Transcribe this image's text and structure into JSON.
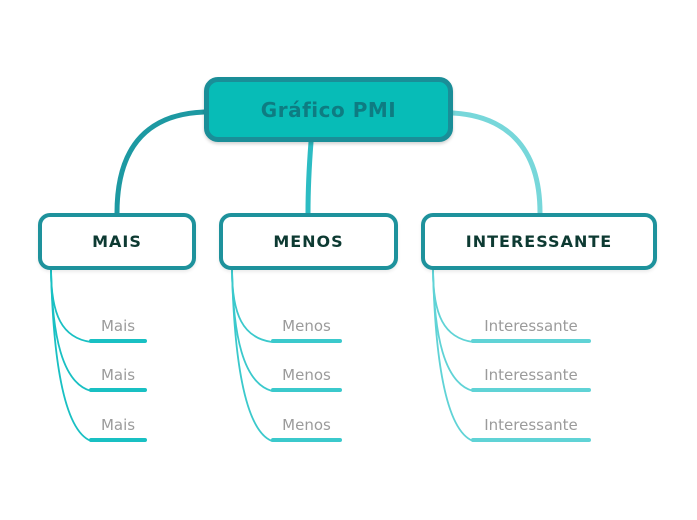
{
  "root": {
    "label": "Gráfico PMI",
    "fill": "#07BCB7",
    "border_color": "#1A8E98",
    "text_color": "#0E7C82"
  },
  "branches": [
    {
      "label": "MAIS",
      "connector_color": "#1D99A2",
      "child_line_color": "#19C0C3",
      "children": [
        "Mais",
        "Mais",
        "Mais"
      ]
    },
    {
      "label": "MENOS",
      "connector_color": "#2CBCC3",
      "child_line_color": "#3BC9CC",
      "children": [
        "Menos",
        "Menos",
        "Menos"
      ]
    },
    {
      "label": "INTERESSANTE",
      "connector_color": "#77D7DA",
      "child_line_color": "#60D3D6",
      "children": [
        "Interessante",
        "Interessante",
        "Interessante"
      ]
    }
  ],
  "colors": {
    "background": "#FFFFFF",
    "node_border": "#1E929C",
    "node_text": "#0D3A32",
    "child_label": "#9B9B9B"
  }
}
